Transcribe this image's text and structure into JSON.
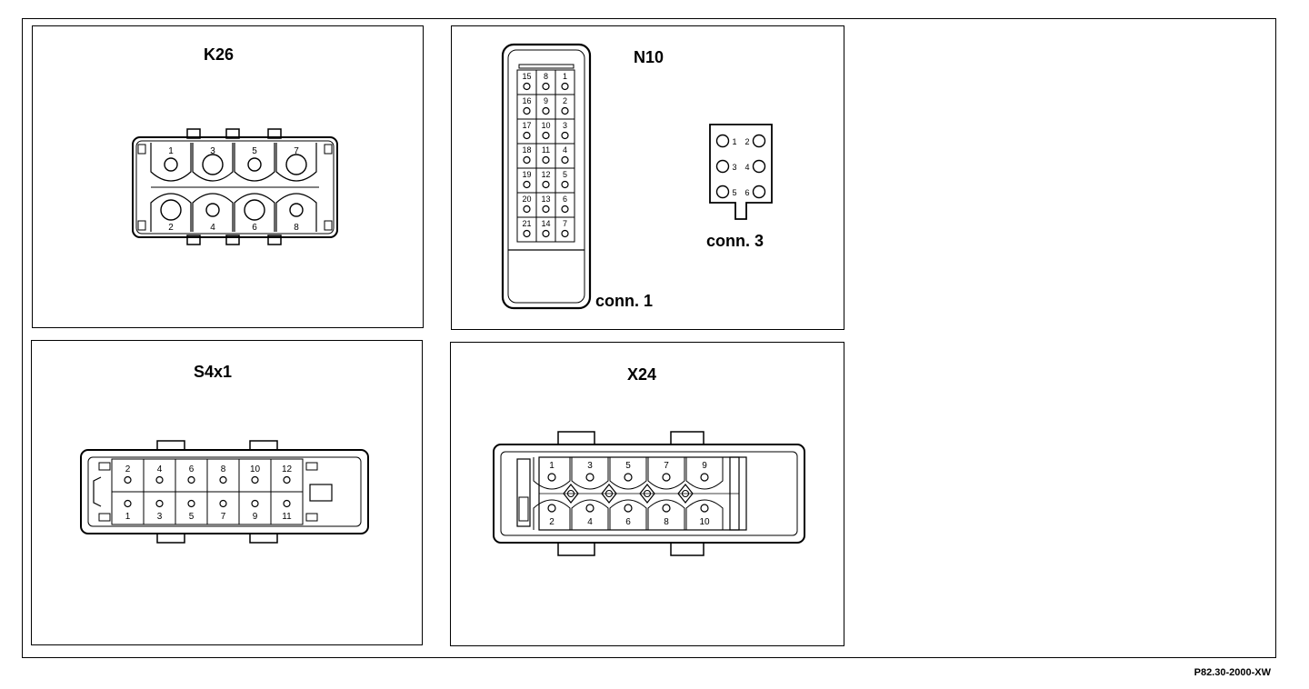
{
  "k26": {
    "title": "K26",
    "pins_top": [
      "1",
      "3",
      "5",
      "7"
    ],
    "pins_bottom": [
      "2",
      "4",
      "6",
      "8"
    ]
  },
  "n10": {
    "title": "N10",
    "conn1_label": "conn. 1",
    "conn3_label": "conn. 3",
    "conn1_rows": [
      [
        "15",
        "8",
        "1"
      ],
      [
        "16",
        "9",
        "2"
      ],
      [
        "17",
        "10",
        "3"
      ],
      [
        "18",
        "11",
        "4"
      ],
      [
        "19",
        "12",
        "5"
      ],
      [
        "20",
        "13",
        "6"
      ],
      [
        "21",
        "14",
        "7"
      ]
    ],
    "conn3_rows": [
      [
        "1",
        "2"
      ],
      [
        "3",
        "4"
      ],
      [
        "5",
        "6"
      ]
    ]
  },
  "s4x1": {
    "title": "S4x1",
    "pins_top": [
      "2",
      "4",
      "6",
      "8",
      "10",
      "12"
    ],
    "pins_bottom": [
      "1",
      "3",
      "5",
      "7",
      "9",
      "11"
    ]
  },
  "x24": {
    "title": "X24",
    "pins_top": [
      "1",
      "3",
      "5",
      "7",
      "9"
    ],
    "pins_bottom": [
      "2",
      "4",
      "6",
      "8",
      "10"
    ]
  },
  "footer": {
    "code": "P82.30-2000-XW"
  }
}
